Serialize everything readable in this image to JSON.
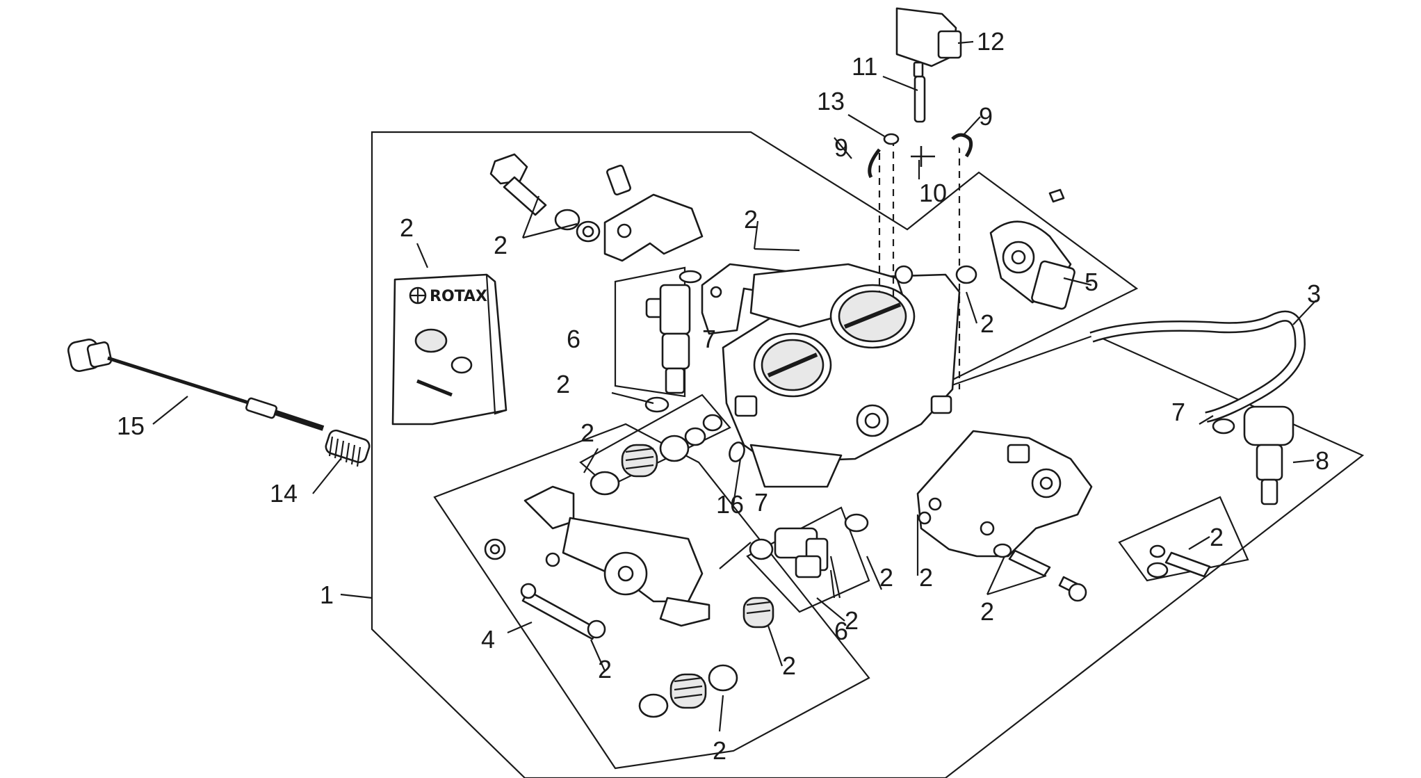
{
  "brand": "ROTAX",
  "callouts": [
    {
      "id": "c1",
      "text": "1"
    },
    {
      "id": "c2a",
      "text": "2"
    },
    {
      "id": "c2b",
      "text": "2"
    },
    {
      "id": "c2c",
      "text": "2"
    },
    {
      "id": "c2d",
      "text": "2"
    },
    {
      "id": "c2e",
      "text": "2"
    },
    {
      "id": "c2f",
      "text": "2"
    },
    {
      "id": "c2g",
      "text": "2"
    },
    {
      "id": "c2h",
      "text": "2"
    },
    {
      "id": "c2i",
      "text": "2"
    },
    {
      "id": "c2j",
      "text": "2"
    },
    {
      "id": "c2k",
      "text": "2"
    },
    {
      "id": "c2l",
      "text": "2"
    },
    {
      "id": "c2m",
      "text": "2"
    },
    {
      "id": "c2n",
      "text": "2"
    },
    {
      "id": "c3",
      "text": "3"
    },
    {
      "id": "c4",
      "text": "4"
    },
    {
      "id": "c5",
      "text": "5"
    },
    {
      "id": "c6a",
      "text": "6"
    },
    {
      "id": "c6b",
      "text": "6"
    },
    {
      "id": "c7a",
      "text": "7"
    },
    {
      "id": "c7b",
      "text": "7"
    },
    {
      "id": "c7c",
      "text": "7"
    },
    {
      "id": "c8",
      "text": "8"
    },
    {
      "id": "c9a",
      "text": "9"
    },
    {
      "id": "c9b",
      "text": "9"
    },
    {
      "id": "c10",
      "text": "10"
    },
    {
      "id": "c11",
      "text": "11"
    },
    {
      "id": "c12",
      "text": "12"
    },
    {
      "id": "c13",
      "text": "13"
    },
    {
      "id": "c14",
      "text": "14"
    },
    {
      "id": "c15",
      "text": "15"
    },
    {
      "id": "c16",
      "text": "16"
    }
  ]
}
